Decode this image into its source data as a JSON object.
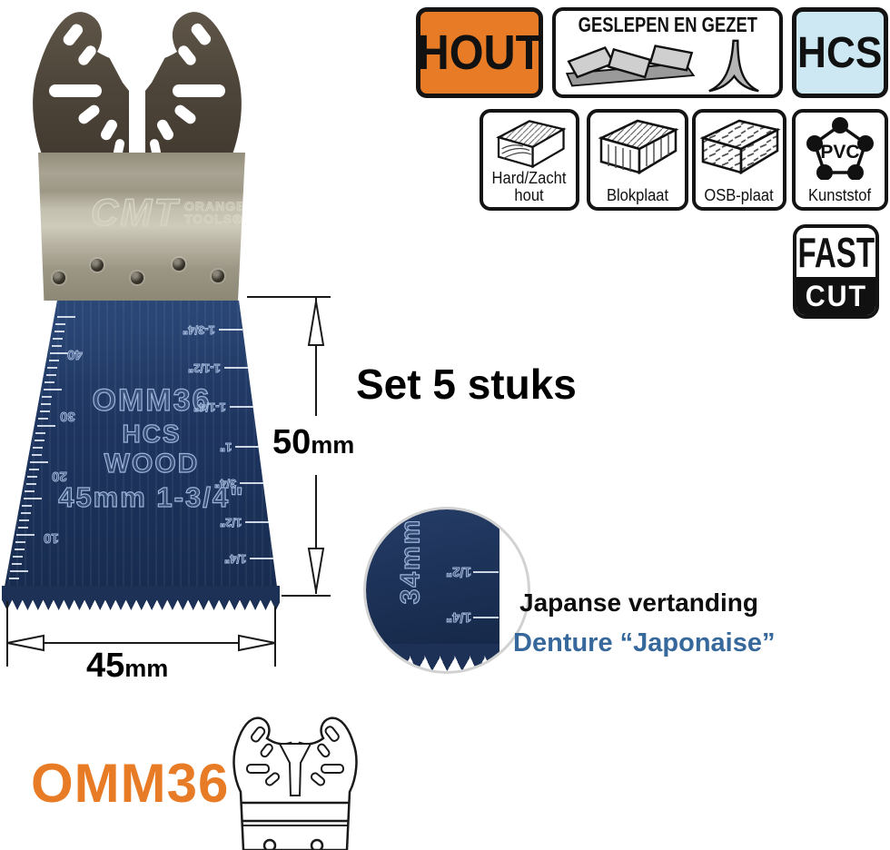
{
  "badges": {
    "hout": "HOUT",
    "geslepen": "GESLEPEN EN GEZET",
    "hcs": "HCS",
    "fast": "FAST",
    "cut": "CUT",
    "pvc": "PVC"
  },
  "materials": [
    {
      "line1": "Hard/Zacht",
      "line2": "hout"
    },
    {
      "line1": "Blokplaat",
      "line2": ""
    },
    {
      "line1": "OSB-plaat",
      "line2": ""
    },
    {
      "line1": "Kunststof",
      "line2": ""
    }
  ],
  "blade": {
    "brand": "CMT",
    "brand_line1": "ORANGE",
    "brand_line2": "TOOLS®",
    "model": "OMM36",
    "steel": "HCS",
    "material": "WOOD",
    "size": "45mm 1-3/4\"",
    "ruler_mm": [
      "40",
      "30",
      "20",
      "10"
    ],
    "ruler_inch": [
      "1-3/4\"",
      "1-1/2\"",
      "1-1/4\"",
      "1\"",
      "3/4\"",
      "1/2\"",
      "1/4\""
    ]
  },
  "dimensions": {
    "height_value": "50",
    "height_unit": "mm",
    "width_value": "45",
    "width_unit": "mm"
  },
  "set_label": "Set 5 stuks",
  "detail": {
    "width_label": "34mm",
    "marks": [
      "1/2\"",
      "1/4\""
    ],
    "caption_nl": "Japanse vertanding",
    "caption_fr": "Denture “Japonaise”"
  },
  "footer_model": "OMM36",
  "colors": {
    "orange": "#E87B25",
    "light_blue": "#CDE8F3",
    "navy": "#1D3359",
    "steel_blue": "#36689B"
  }
}
